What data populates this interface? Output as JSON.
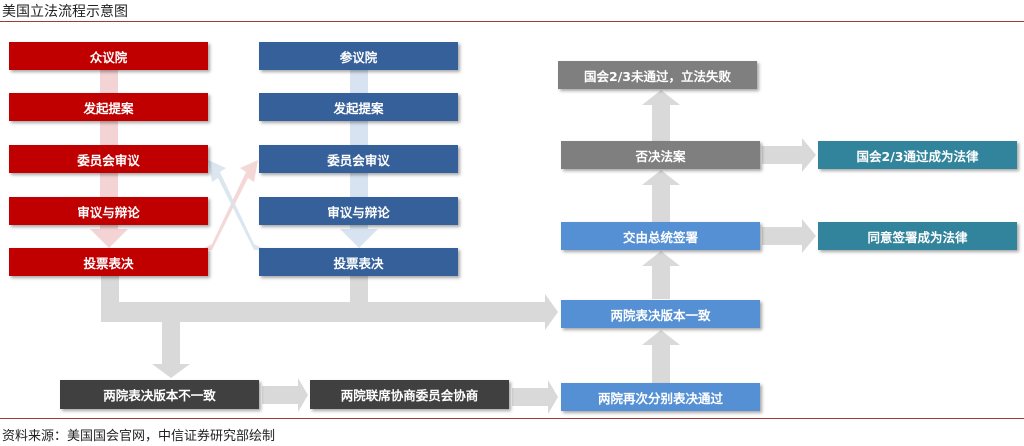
{
  "title": "美国立法流程示意图",
  "house": {
    "steps": [
      "众议院",
      "发起提案",
      "委员会审议",
      "审议与辩论",
      "投票表决"
    ]
  },
  "senate": {
    "steps": [
      "参议院",
      "发起提案",
      "委员会审议",
      "审议与辩论",
      "投票表决"
    ]
  },
  "right": {
    "fail": "国会2/3未通过，立法失败",
    "veto": "否决法案",
    "override": "国会2/3通过成为法律",
    "president": "交由总统签署",
    "signed": "同意签署成为法律",
    "agree": "两院表决版本一致"
  },
  "bottom": {
    "disagree": "两院表决版本不一致",
    "conference": "两院联席协商委员会协商",
    "revote": "两院再次分别表决通过"
  },
  "source": "资料来源：美国国会官网，中信证券研究部绘制",
  "colors": {
    "house": "#C00000",
    "senate": "#35609A",
    "light_blue": "#5590D4",
    "gray": "#7F7F7F",
    "dark": "#404040",
    "teal": "#31849B",
    "arrow": "#D9D9D9"
  }
}
